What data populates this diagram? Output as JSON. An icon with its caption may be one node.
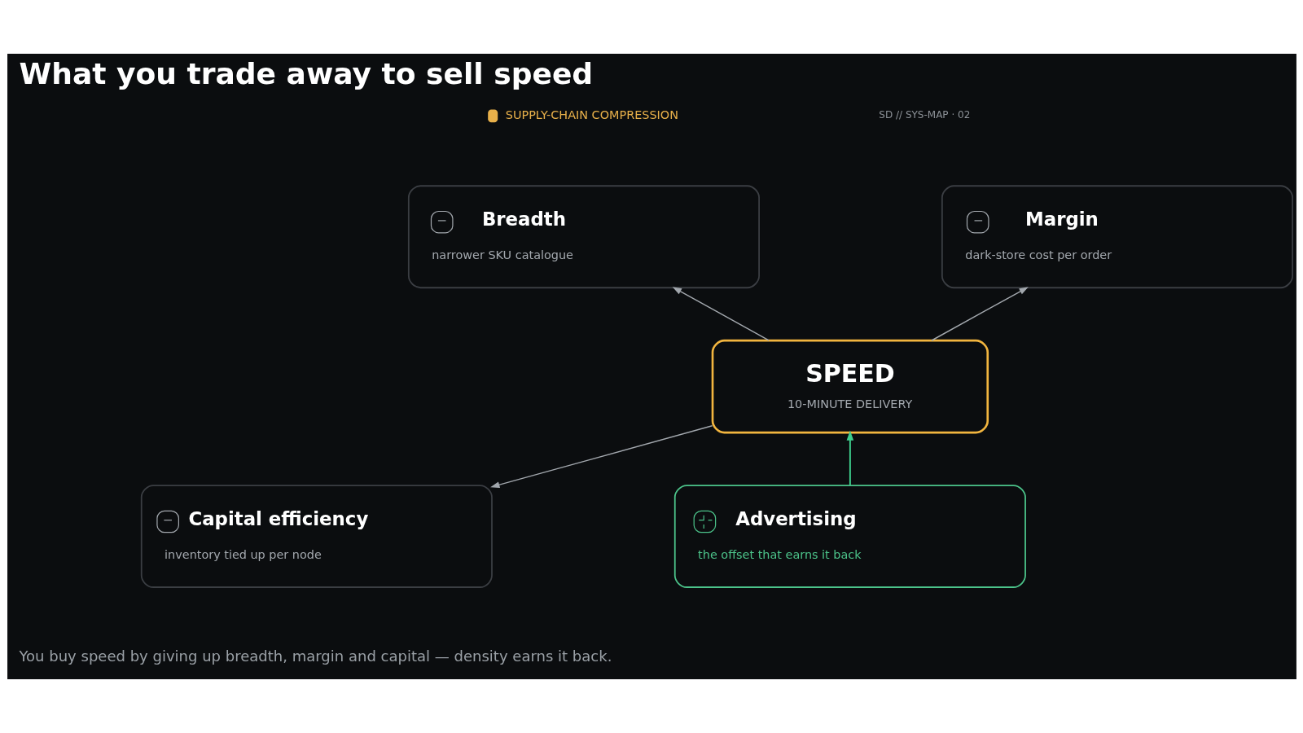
{
  "diagram": {
    "title": "What you trade away to sell speed",
    "caption": "You buy speed by giving up breadth, margin and capital — density earns it back.",
    "nodes": [
      {
        "text": [
          "Breadth",
          "narrower SKU catalogue"
        ]
      },
      {
        "text": [
          "Margin",
          "dark-store cost per order"
        ]
      },
      {
        "text": [
          "SPEED",
          "10-MINUTE DELIVERY"
        ]
      },
      {
        "text": [
          "Capital efficiency",
          "inventory tied up per node"
        ]
      },
      {
        "text": [
          "Advertising",
          "the offset that earns it back"
        ]
      }
    ],
    "edges": [
      {
        "from": 2,
        "to": 0,
        "arrow": "to"
      },
      {
        "from": 2,
        "to": 1,
        "arrow": "to"
      },
      {
        "from": 2,
        "to": 3,
        "arrow": "to"
      },
      {
        "from": 4,
        "to": 2,
        "arrow": "to",
        "color": "#3ecf8e"
      }
    ],
    "labels": [
      "SUPPLY-CHAIN COMPRESSION",
      "SD // SYS-MAP · 02"
    ]
  }
}
